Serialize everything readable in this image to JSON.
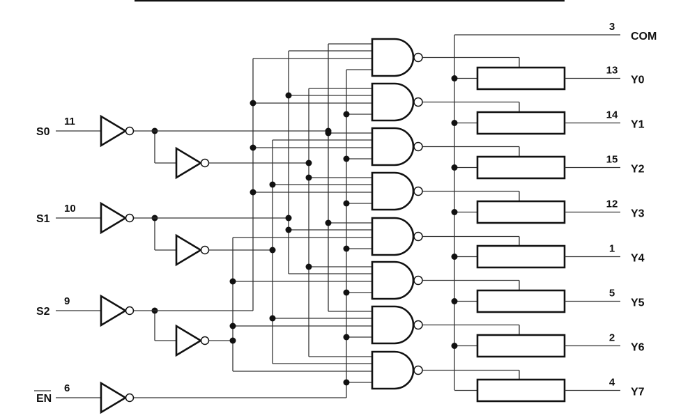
{
  "diagram": {
    "inputs": [
      {
        "name": "S0",
        "pin": "11",
        "overline": false
      },
      {
        "name": "S1",
        "pin": "10",
        "overline": false
      },
      {
        "name": "S2",
        "pin": "9",
        "overline": false
      },
      {
        "name": "EN",
        "pin": "6",
        "overline": true
      }
    ],
    "common": {
      "name": "COM",
      "pin": "3"
    },
    "outputs": [
      {
        "name": "Y0",
        "pin": "13"
      },
      {
        "name": "Y1",
        "pin": "14"
      },
      {
        "name": "Y2",
        "pin": "15"
      },
      {
        "name": "Y3",
        "pin": "12"
      },
      {
        "name": "Y4",
        "pin": "1"
      },
      {
        "name": "Y5",
        "pin": "5"
      },
      {
        "name": "Y6",
        "pin": "2"
      },
      {
        "name": "Y7",
        "pin": "4"
      }
    ],
    "gate_type": "4-input NAND",
    "output_stage": "driver"
  }
}
